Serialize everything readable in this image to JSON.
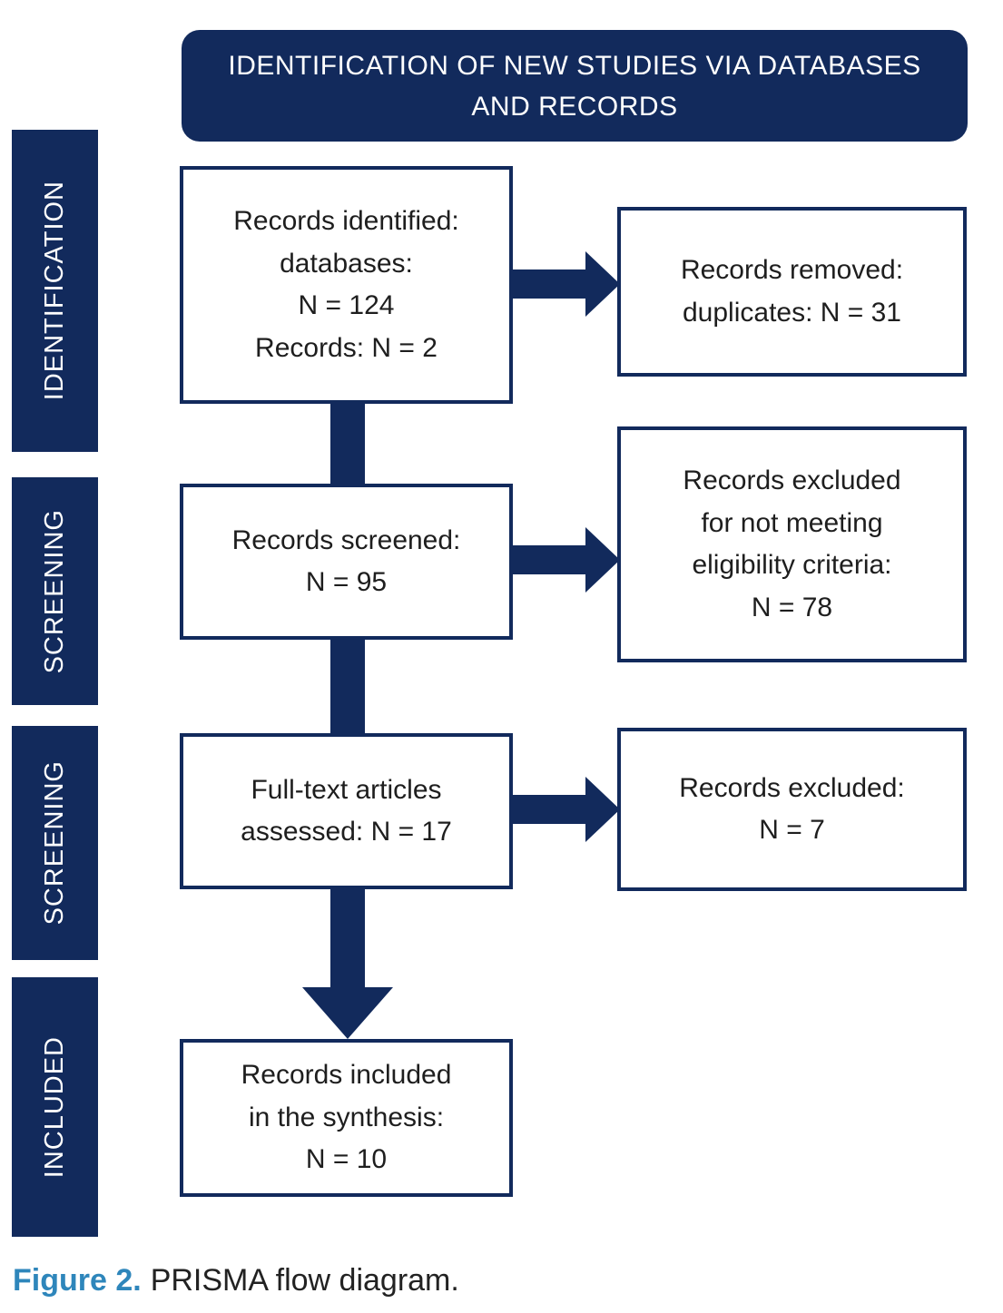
{
  "header": {
    "title": "IDENTIFICATION OF NEW STUDIES VIA DATABASES AND RECORDS"
  },
  "sidebar": {
    "stages": [
      {
        "label": "IDENTIFICATION"
      },
      {
        "label": "SCREENING"
      },
      {
        "label": "SCREENING"
      },
      {
        "label": "INCLUDED"
      }
    ]
  },
  "flow": {
    "main_boxes": [
      {
        "name": "records-identified",
        "lines": [
          "Records identified:",
          "databases:",
          "N = 124",
          "Records: N = 2"
        ]
      },
      {
        "name": "records-screened",
        "lines": [
          "Records screened:",
          "N = 95"
        ]
      },
      {
        "name": "fulltext-assessed",
        "lines": [
          "Full-text articles",
          "assessed: N = 17"
        ]
      },
      {
        "name": "records-included",
        "lines": [
          "Records included",
          "in the synthesis:",
          "N = 10"
        ]
      }
    ],
    "side_boxes": [
      {
        "name": "records-removed-duplicates",
        "lines": [
          "Records removed:",
          "duplicates: N = 31"
        ]
      },
      {
        "name": "records-excluded-eligibility",
        "lines": [
          "Records excluded",
          "for not meeting",
          "eligibility criteria:",
          "N = 78"
        ]
      },
      {
        "name": "records-excluded",
        "lines": [
          "Records excluded:",
          "N = 7"
        ]
      }
    ]
  },
  "caption": {
    "label": "Figure 2.",
    "text": "PRISMA flow diagram."
  },
  "colors": {
    "navy": "#122A5C",
    "caption_blue": "#2E86BB",
    "text": "#1E1E1E",
    "background": "#FFFFFF"
  }
}
